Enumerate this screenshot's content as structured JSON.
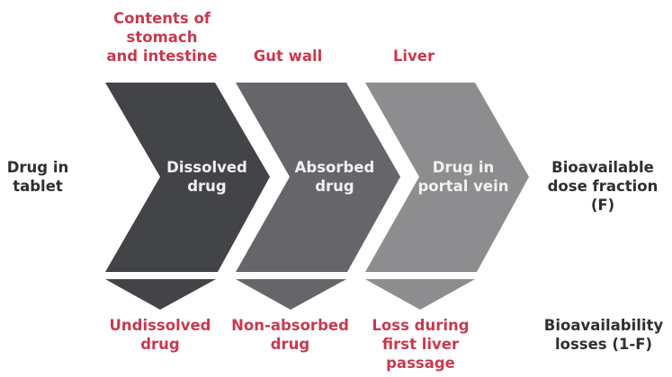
{
  "colors": {
    "accent_red": "#c83a4e",
    "stage1": "#434447",
    "stage2": "#66666a",
    "stage3": "#8d8c8e",
    "text_dark": "#2f2f33",
    "text_light": "#f1f1f1"
  },
  "input": {
    "label_line1": "Drug in",
    "label_line2": "tablet"
  },
  "stages": [
    {
      "location_lines": [
        "Contents of",
        "stomach",
        "and intestine"
      ],
      "state_lines": [
        "Dissolved",
        "drug"
      ],
      "loss_lines": [
        "Undissolved",
        "drug"
      ]
    },
    {
      "location_lines": [
        "Gut wall"
      ],
      "state_lines": [
        "Absorbed",
        "drug"
      ],
      "loss_lines": [
        "Non-absorbed",
        "drug"
      ]
    },
    {
      "location_lines": [
        "Liver"
      ],
      "state_lines": [
        "Drug in",
        "portal vein"
      ],
      "loss_lines": [
        "Loss during",
        "first liver passage"
      ]
    }
  ],
  "output": {
    "label_lines": [
      "Bioavailable",
      "dose fraction",
      "(F)"
    ]
  },
  "losses": {
    "label_lines": [
      "Bioavailability",
      "losses (1-F)"
    ]
  }
}
